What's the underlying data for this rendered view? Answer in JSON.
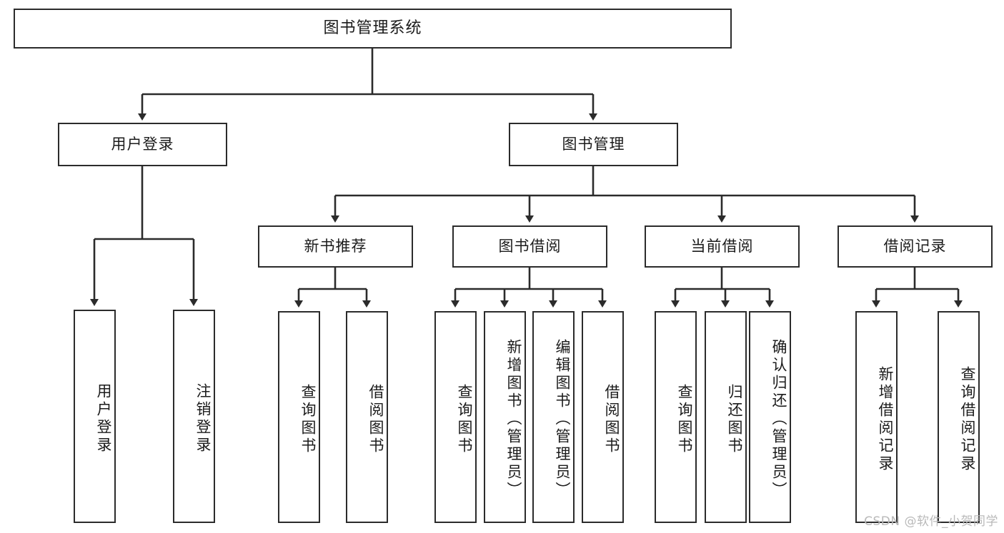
{
  "diagram": {
    "title": "图书管理系统",
    "type": "tree",
    "watermark": "CSDN @软件_小贺同学",
    "levels": {
      "root": {
        "label": "图书管理系统"
      },
      "level2": [
        {
          "label": "用户登录"
        },
        {
          "label": "图书管理"
        }
      ],
      "level3": [
        {
          "label": "新书推荐"
        },
        {
          "label": "图书借阅"
        },
        {
          "label": "当前借阅"
        },
        {
          "label": "借阅记录"
        }
      ],
      "leaves": {
        "user_login": [
          {
            "label": "用户登录"
          },
          {
            "label": "注销登录"
          }
        ],
        "new_book": [
          {
            "label": "查询图书"
          },
          {
            "label": "借阅图书"
          }
        ],
        "book_borrow": [
          {
            "label": "查询图书"
          },
          {
            "label": "新增图书（管理员）"
          },
          {
            "label": "编辑图书（管理员）"
          },
          {
            "label": "借阅图书"
          }
        ],
        "current_borrow": [
          {
            "label": "查询图书"
          },
          {
            "label": "归还图书"
          },
          {
            "label": "确认归还（管理员）"
          }
        ],
        "borrow_record": [
          {
            "label": "新增借阅记录"
          },
          {
            "label": "查询借阅记录"
          }
        ]
      }
    },
    "colors": {
      "stroke": "#2b2b2b",
      "fill": "#ffffff",
      "text": "#1b1b1b",
      "watermark": "#b9b9b9"
    }
  }
}
